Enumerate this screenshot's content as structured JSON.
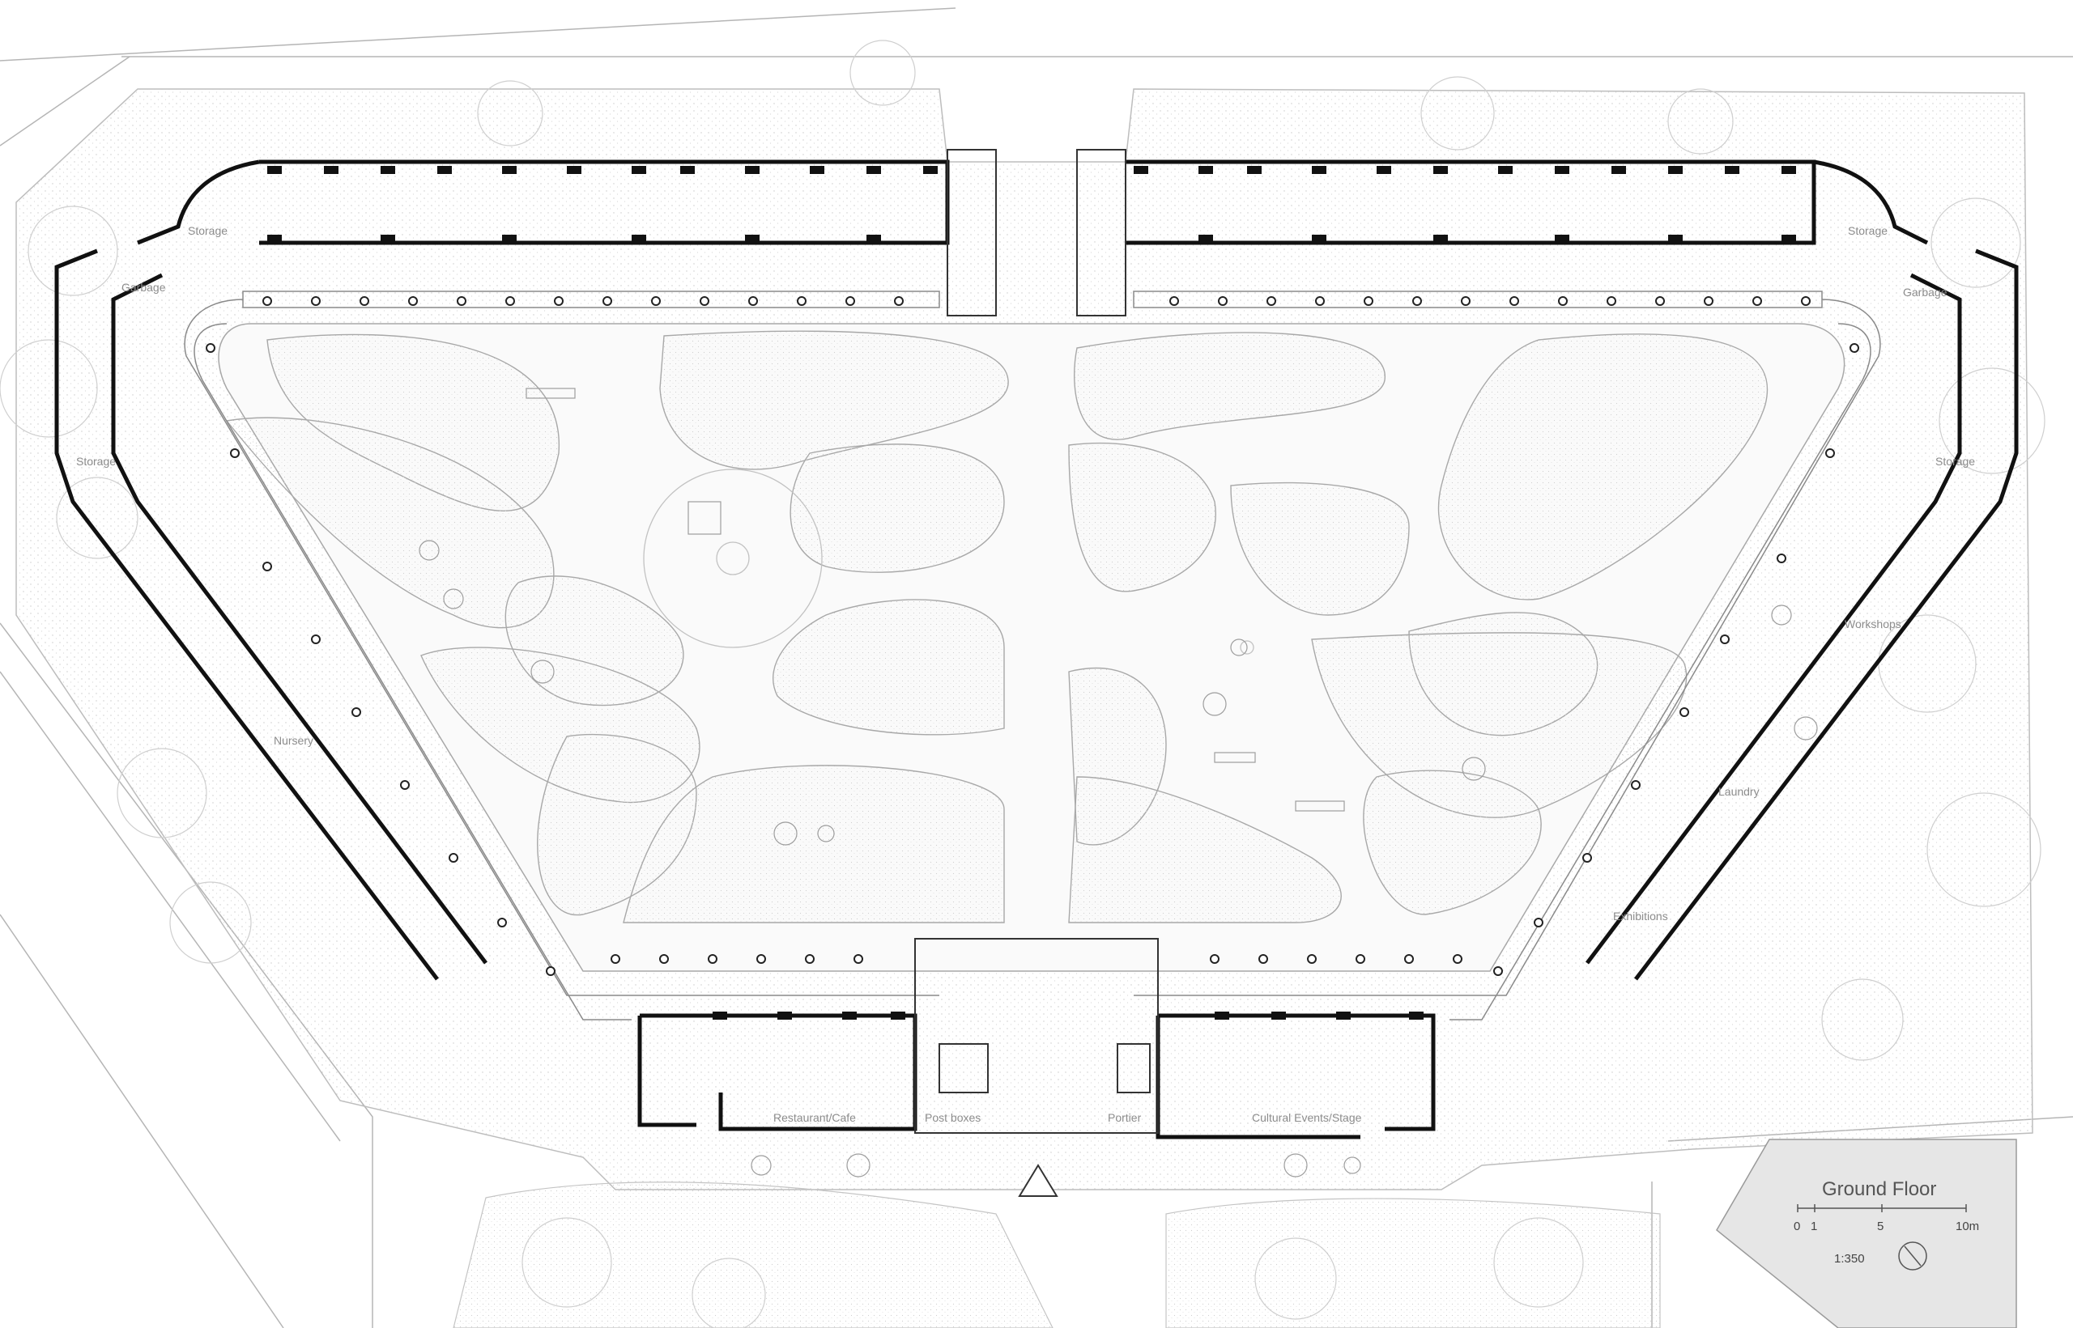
{
  "plan": {
    "title": "Ground Floor",
    "scale_ratio": "1:350",
    "scale_bar": {
      "ticks": [
        "0",
        "1",
        "5",
        "10m"
      ]
    },
    "rooms": [
      {
        "id": "storage-nw",
        "label": "Storage"
      },
      {
        "id": "garbage-w",
        "label": "Garbage"
      },
      {
        "id": "storage-w",
        "label": "Storage"
      },
      {
        "id": "nursery",
        "label": "Nursery"
      },
      {
        "id": "storage-ne",
        "label": "Storage"
      },
      {
        "id": "garbage-e",
        "label": "Garbage"
      },
      {
        "id": "storage-e",
        "label": "Storage"
      },
      {
        "id": "workshops",
        "label": "Workshops"
      },
      {
        "id": "laundry",
        "label": "Laundry"
      },
      {
        "id": "exhibitions",
        "label": "Exhibitions"
      },
      {
        "id": "restaurant",
        "label": "Restaurant/Cafe"
      },
      {
        "id": "post-boxes",
        "label": "Post boxes"
      },
      {
        "id": "portier",
        "label": "Portier"
      },
      {
        "id": "cultural",
        "label": "Cultural Events/Stage"
      }
    ],
    "colors": {
      "wall": "#111111",
      "line": "#9a9a9a",
      "light_line": "#c8c8c8",
      "vegetation": "#dedede",
      "label": "#8c8c8c",
      "scale_panel": "#e4e4e4"
    },
    "icons": [
      "north-arrow-icon",
      "entrance-triangle-icon"
    ]
  }
}
